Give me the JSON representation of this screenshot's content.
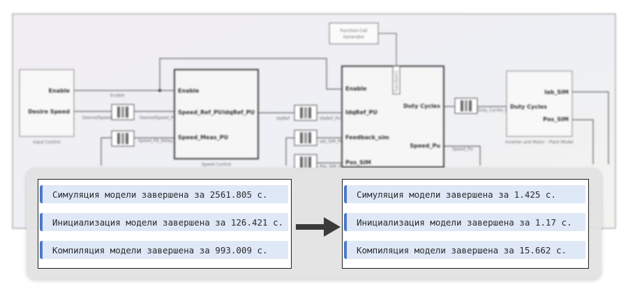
{
  "diagram": {
    "block_input": {
      "ports": [
        "Enable",
        "Desire Speed"
      ],
      "caption": "Input Control"
    },
    "block_speed": {
      "ports_in": [
        "Enable",
        "Speed_Ref_PU",
        "Speed_Meas_PU"
      ],
      "port_out": "IdqRef_PU",
      "caption": "Speed Control"
    },
    "block_foc": {
      "ports_in": [
        "Enable",
        "IdqRef_PU",
        "Feedback_sim",
        "Pos_SIM"
      ],
      "ports_out": [
        "Duty Cycles",
        "Speed_Pu"
      ],
      "top_port": "Function()"
    },
    "block_inverter": {
      "ports_in": [
        "Duty Cycles"
      ],
      "ports_out": [
        "Iab_SIM",
        "Pos_SIM"
      ],
      "caption": "Inverter and Motor - Plant Model"
    },
    "block_function": {
      "line1": "Function-Call",
      "line2": "Generator"
    },
    "wire_labels": {
      "enable": "Enable",
      "desired_speed": "DesiredSpeed",
      "desired_speed_pu": "DesiredSpeed_PU",
      "speed_fb": "Speed_FB_Delay_PU",
      "idqref": "IdqRef",
      "idqref_pu": "IdqRef_PU",
      "iab": "Iab_SIM_PU",
      "pos": "Pos_SIM_PU",
      "duty": "Duty_Cycles_PU",
      "speed_pu": "Speed_PU"
    }
  },
  "before": {
    "lines": [
      "Симуляция модели завершена за 2561.805 с.",
      "Инициализация модели завершена за 126.421 с.",
      "Компиляция модели завершена за 993.009 с."
    ]
  },
  "after": {
    "lines": [
      "Симуляция модели завершена за 1.425 с.",
      "Инициализация модели завершена за 1.17 с.",
      "Компиляция модели завершена за 15.662 с."
    ]
  },
  "colors": {
    "row_bg": "#dfe8f7",
    "row_accent": "#4a78c8",
    "arrow": "#3a3a3a",
    "panel_border": "#1e1e1e"
  }
}
